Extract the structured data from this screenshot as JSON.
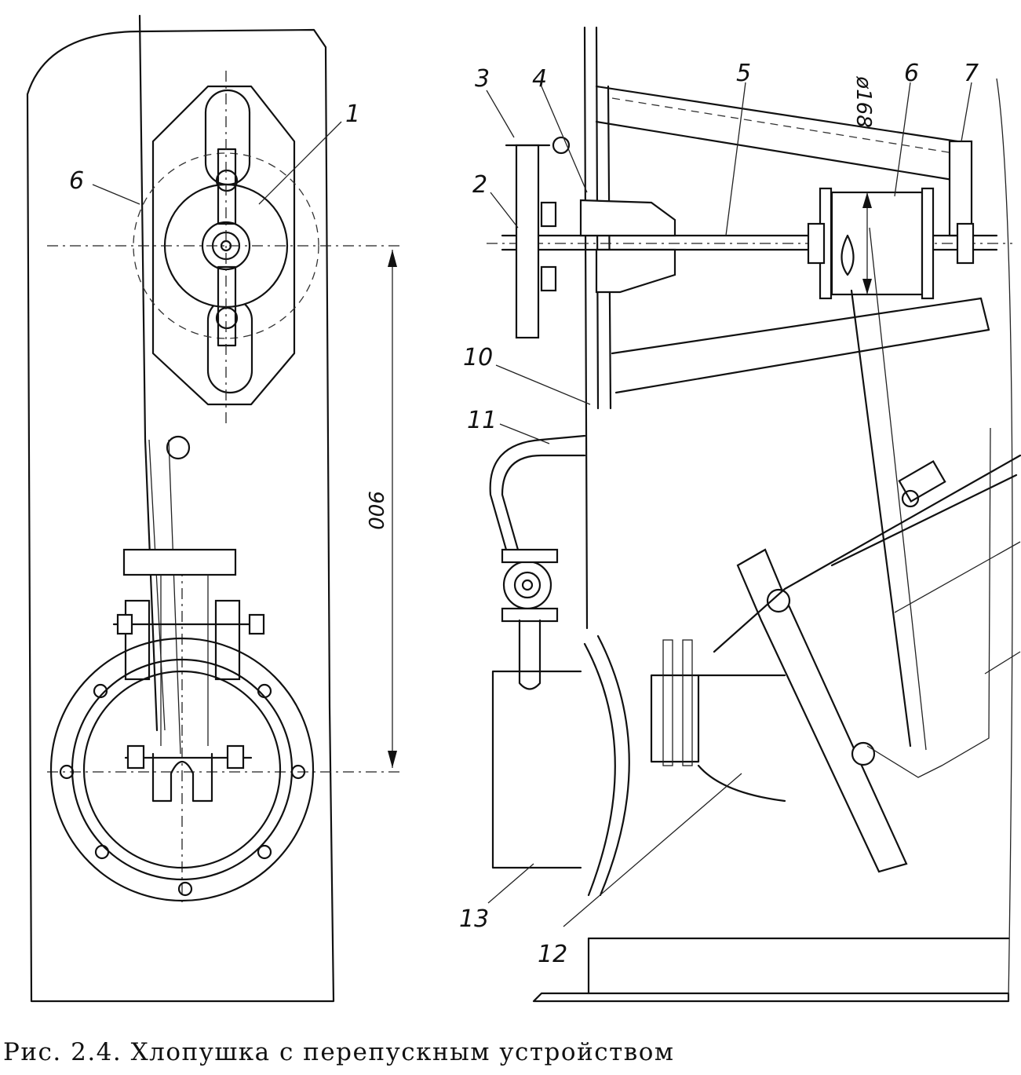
{
  "left_view": {
    "labels": {
      "part_1": "1",
      "part_6": "6"
    },
    "dimension": "900"
  },
  "right_view": {
    "labels": {
      "part_2": "2",
      "part_3": "3",
      "part_4": "4",
      "part_5": "5",
      "part_6": "6",
      "part_7": "7",
      "part_10": "10",
      "part_11": "11",
      "part_12": "12",
      "part_13": "13"
    },
    "diameter": "ø168"
  },
  "caption": "Рис. 2.4. Хлопушка с перепускным устройством"
}
